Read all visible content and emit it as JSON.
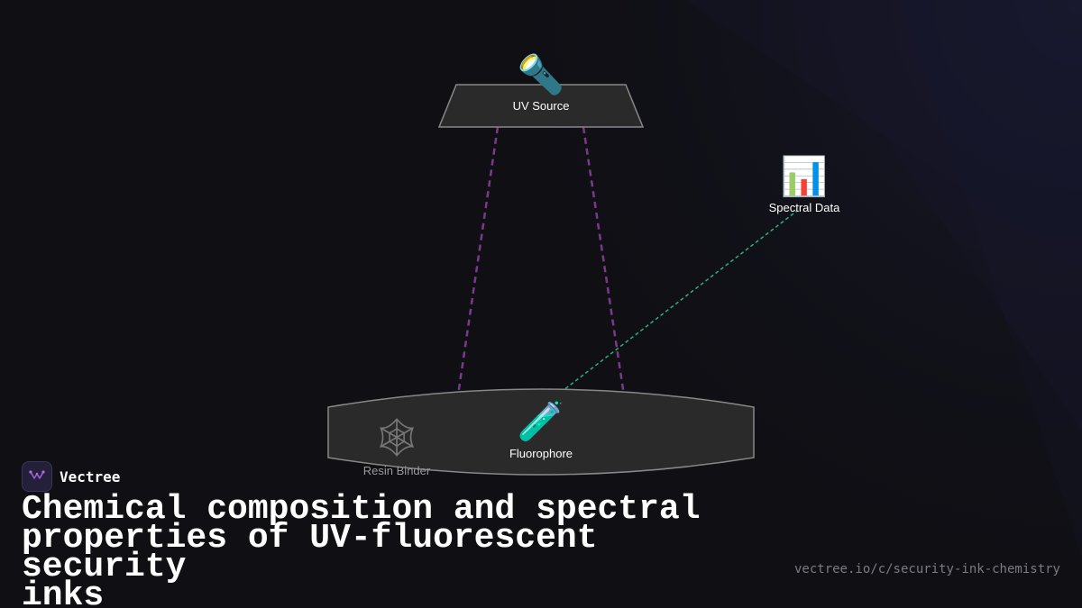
{
  "diagram": {
    "nodes": {
      "uv_source": {
        "label": "UV Source",
        "icon": "flashlight-icon",
        "glyph": "🔦"
      },
      "spectral_data": {
        "label": "Spectral Data",
        "icon": "bar-chart-icon",
        "glyph": "📊"
      },
      "fluorophore": {
        "label": "Fluorophore",
        "icon": "test-tube-icon",
        "glyph": "🧪"
      },
      "resin_binder": {
        "label": "Resin Binder",
        "icon": "spider-web-icon",
        "glyph": "🕸"
      }
    },
    "colors": {
      "uv_beam": "#7a3a8c",
      "emission": "#2fae7a",
      "shape_fill": "#2a2a2a",
      "shape_stroke": "#888888"
    }
  },
  "brand": {
    "name": "Vectree",
    "logo_icon": "vectree-logo-icon"
  },
  "title": "Chemical composition and spectral\nproperties of UV-fluorescent security\ninks",
  "url": "vectree.io/c/security-ink-chemistry"
}
